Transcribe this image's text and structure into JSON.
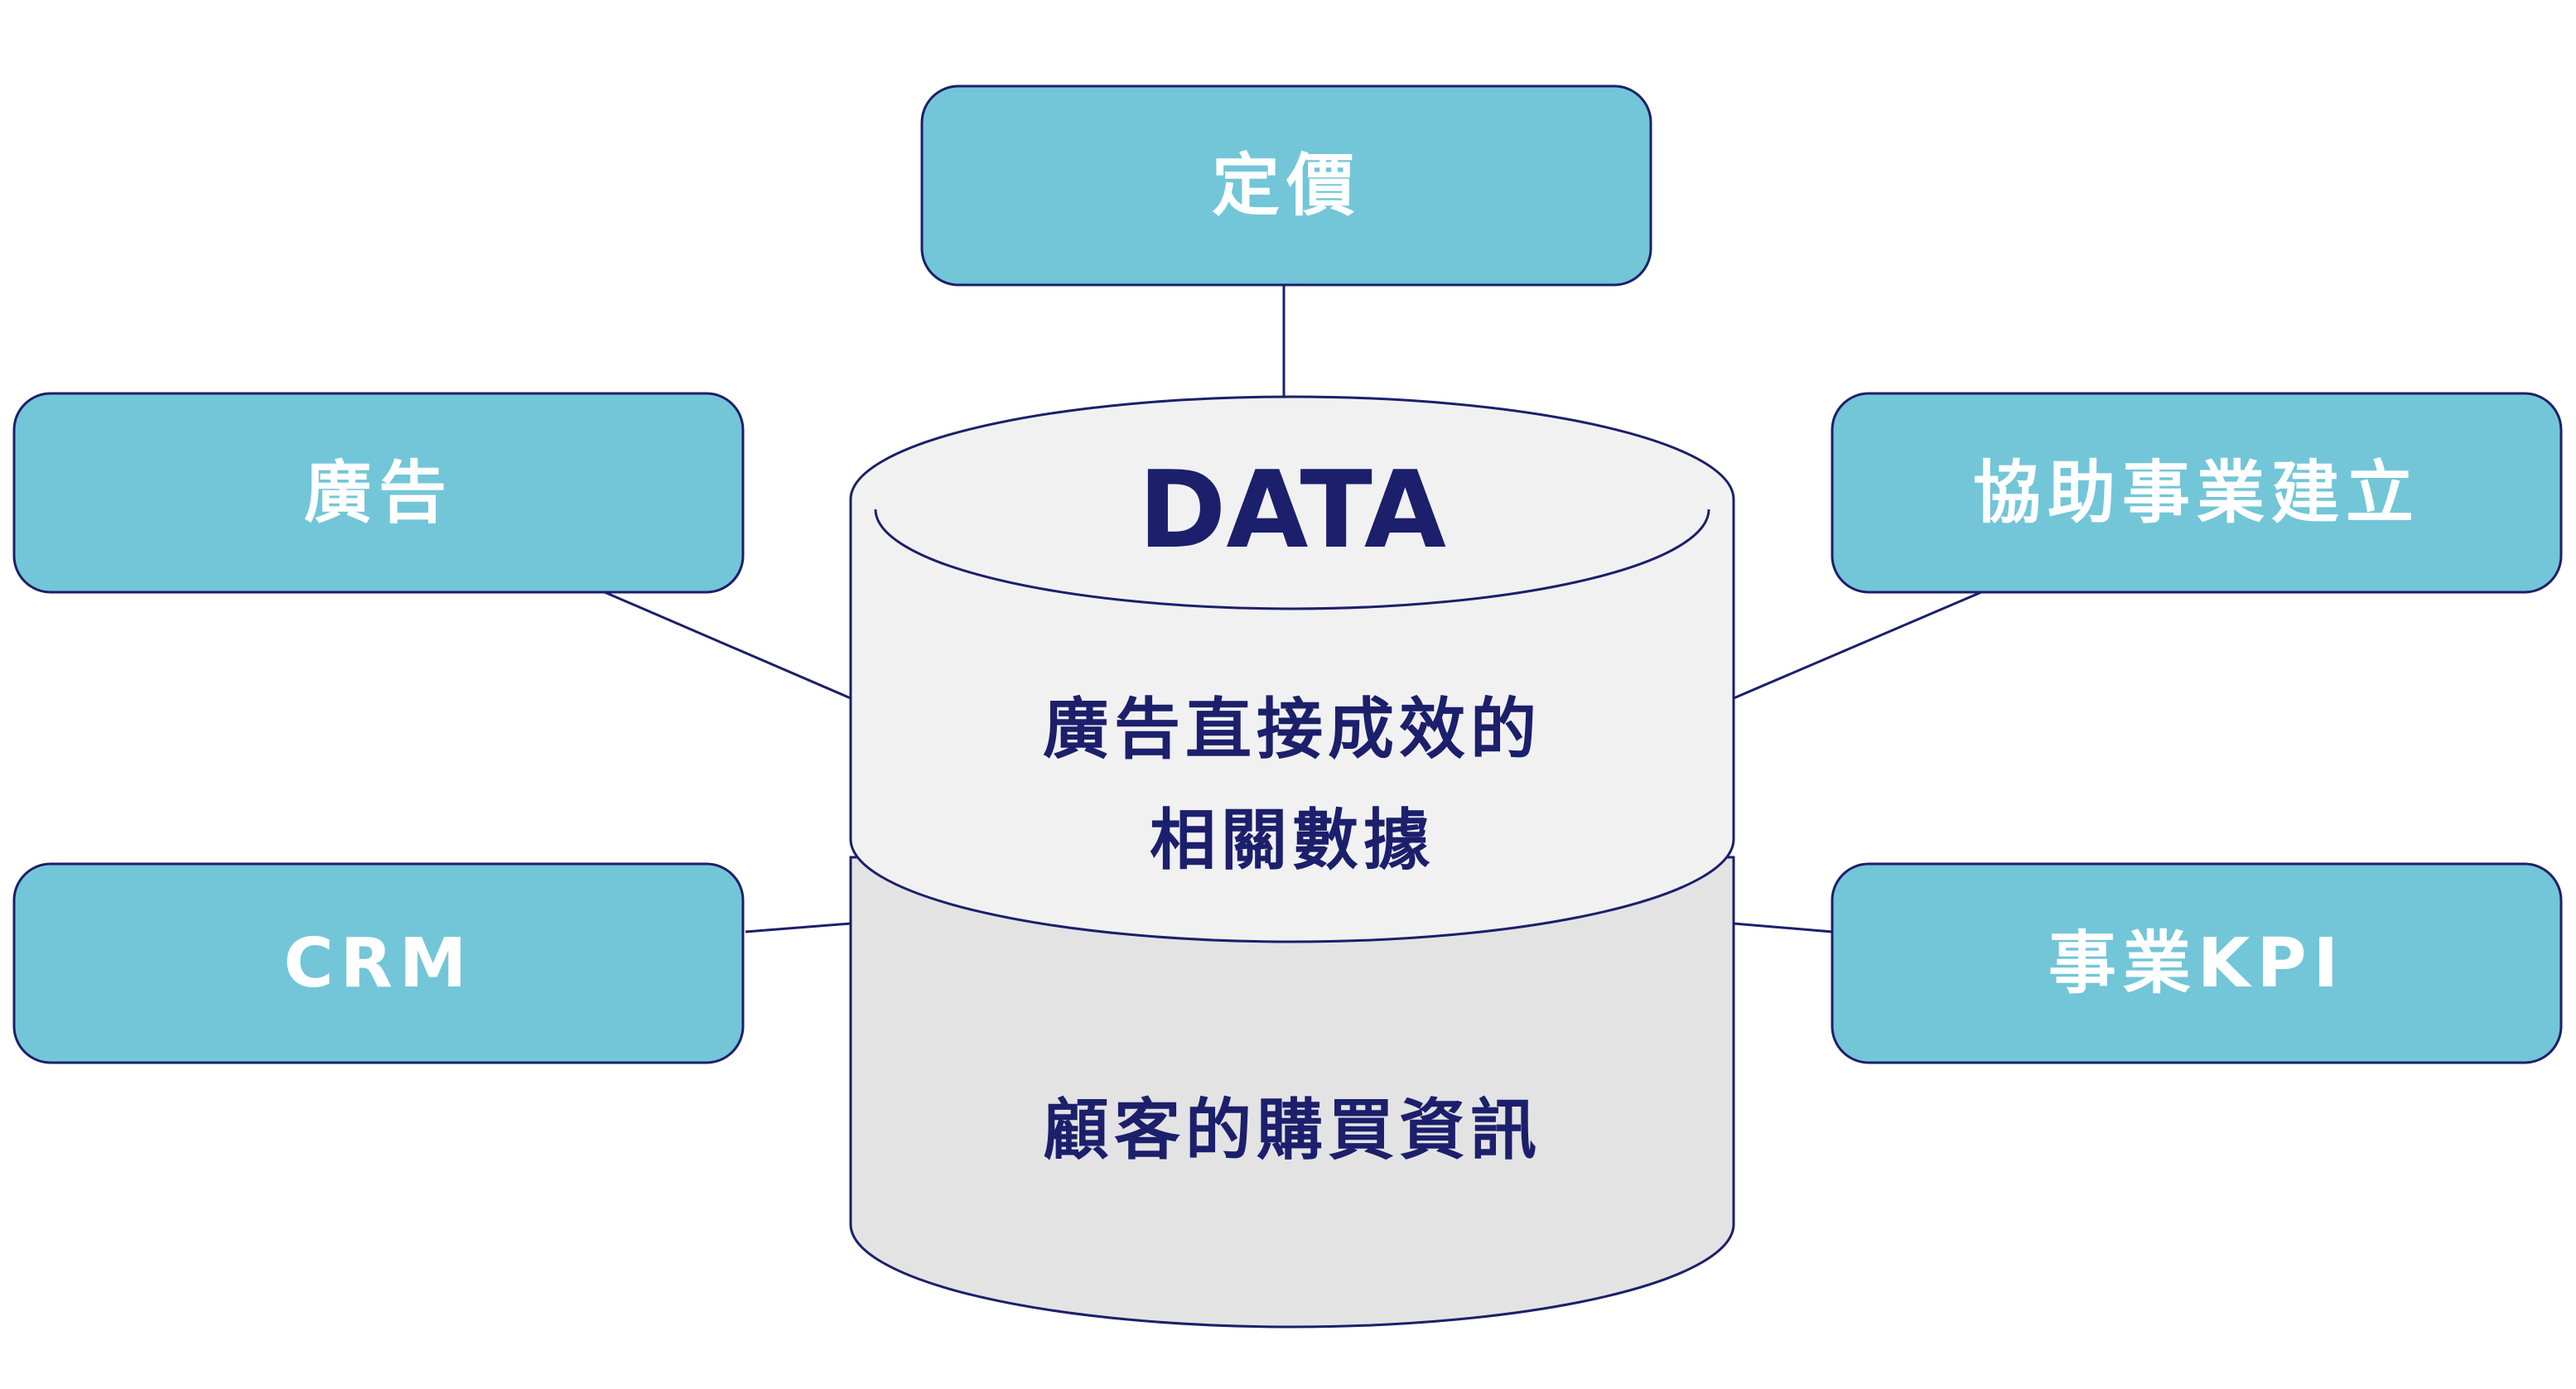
{
  "colors": {
    "box_fill": "#72c6d8",
    "box_stroke": "#1c1f6b",
    "box_text": "#ffffff",
    "cylinder_top_fill": "#f1f1f2",
    "cylinder_bottom_fill": "#e3e3e4",
    "cylinder_stroke": "#1c1f6b",
    "cylinder_text": "#1c1f6b",
    "connector": "#1c1f6b"
  },
  "boxes": {
    "pricing": "定價",
    "advertising": "廣告",
    "business_building": "協助事業建立",
    "crm": "CRM",
    "business_kpi": "事業KPI"
  },
  "cylinder": {
    "title": "DATA",
    "upper_text_line1": "廣告直接成效的",
    "upper_text_line2": "相關數據",
    "lower_text": "顧客的購買資訊"
  }
}
